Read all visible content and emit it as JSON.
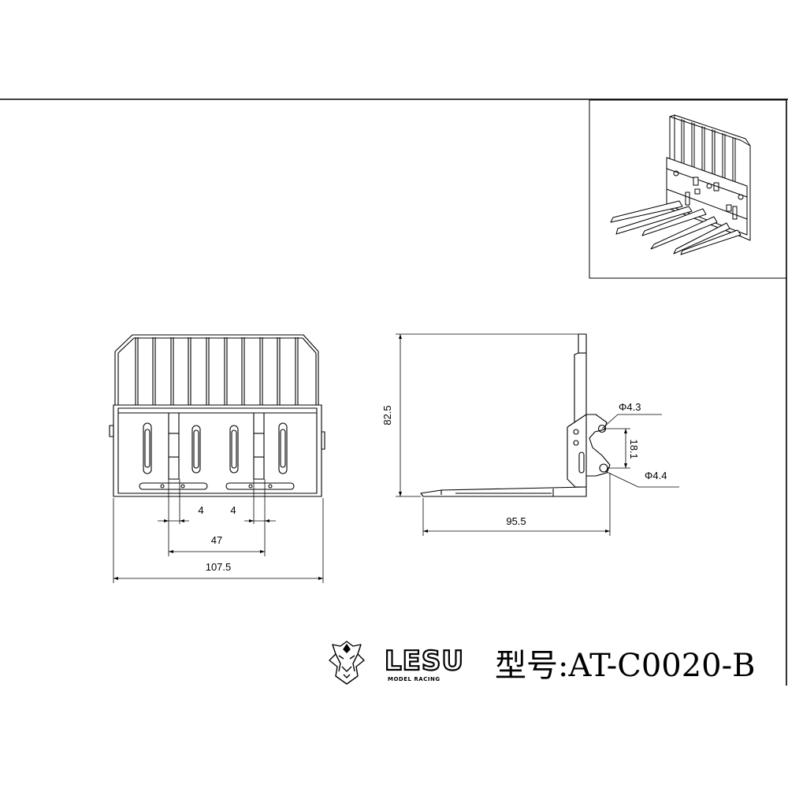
{
  "dimensions": {
    "front_small_left": "4",
    "front_small_right": "4",
    "front_middle": "47",
    "front_overall": "107.5",
    "side_height": "82.5",
    "side_hole_top": "Φ4.3",
    "side_hole_spacing": "18.1",
    "side_hole_bottom": "Φ4.4",
    "side_length": "95.5"
  },
  "title_block": {
    "brand": "LESU",
    "brand_subtitle": "MODEL RACING",
    "model_label": "型号:AT-C0020-B"
  },
  "icons": {
    "logo": "lion-head-logo"
  }
}
